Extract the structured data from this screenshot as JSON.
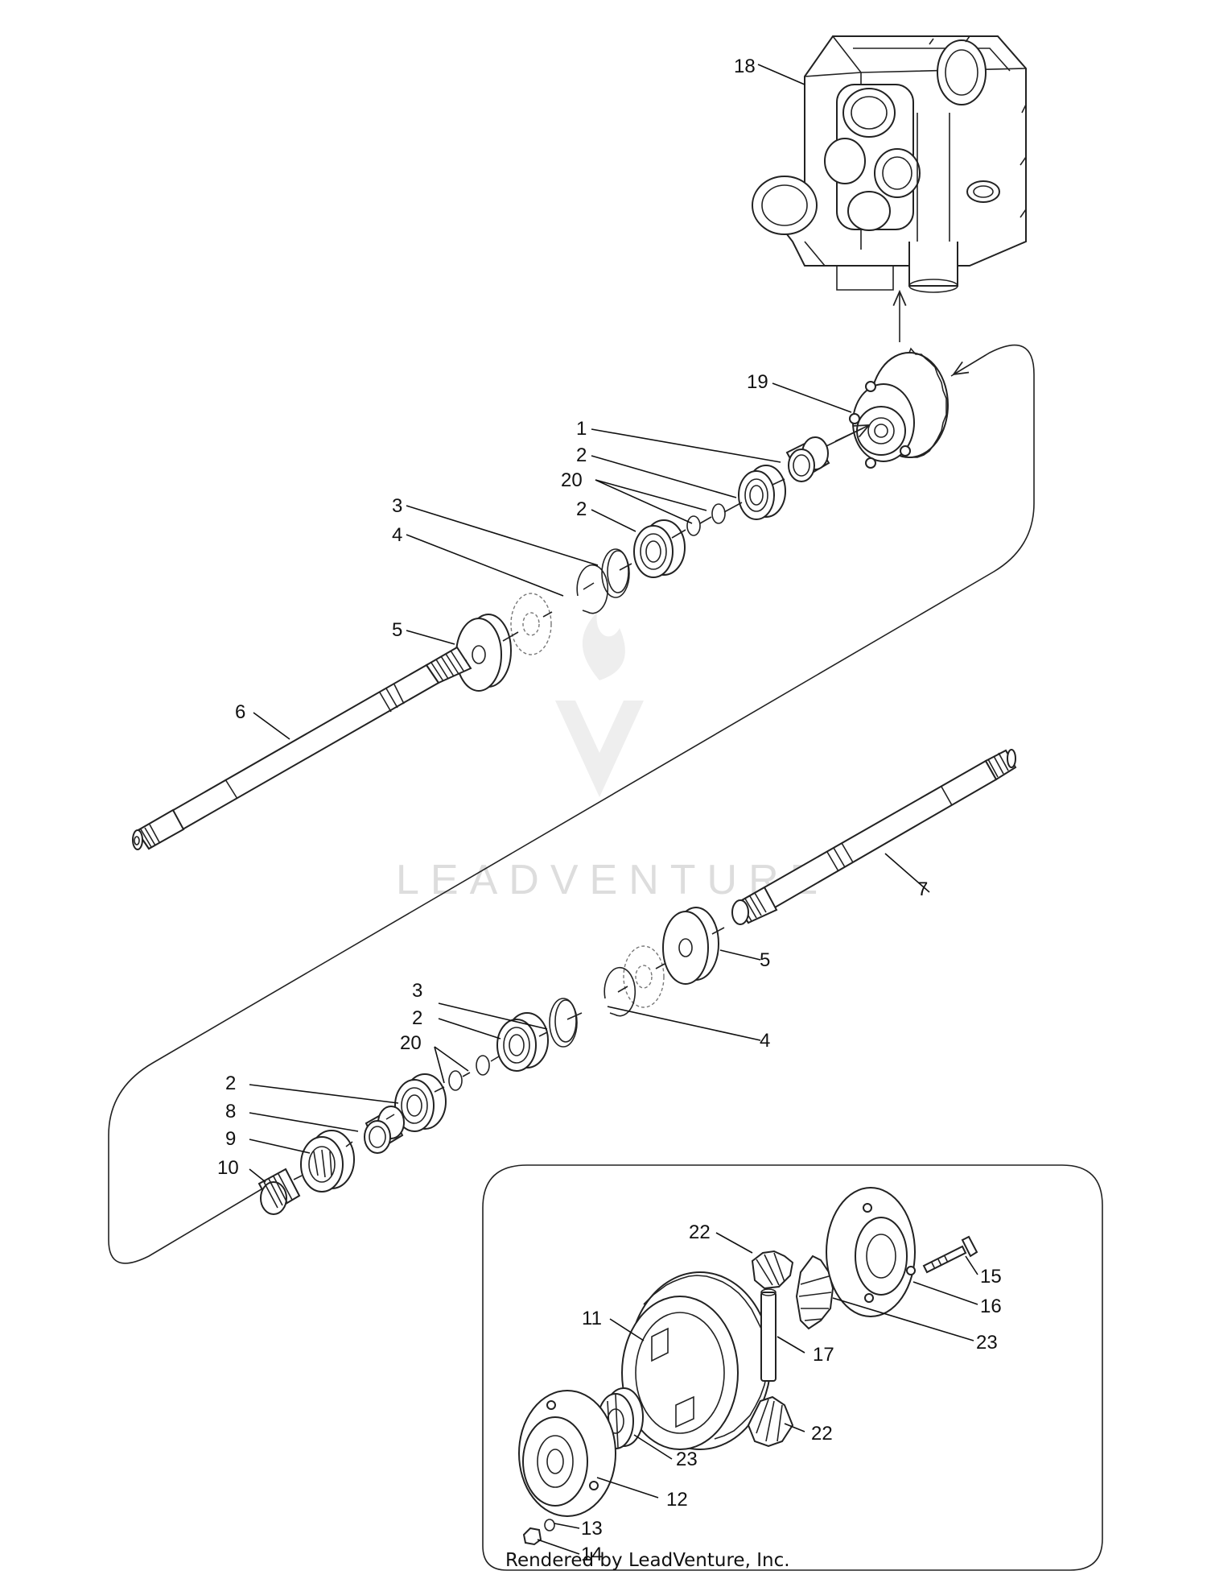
{
  "credit_text": "Rendered by LeadVenture, Inc.",
  "watermark_text": "LEADVENTURE",
  "colors": {
    "line": "#222222",
    "watermark": "#dddddd",
    "background": "#ffffff"
  },
  "callouts": {
    "c18": "18",
    "c19": "19",
    "c1": "1",
    "c2a": "2",
    "c20a": "20",
    "c2b": "2",
    "c3a": "3",
    "c4a": "4",
    "c5a": "5",
    "c6": "6",
    "c7": "7",
    "c5b": "5",
    "c3b": "3",
    "c2c": "2",
    "c20b": "20",
    "c4b": "4",
    "c2d": "2",
    "c8": "8",
    "c9": "9",
    "c10": "10",
    "c22a": "22",
    "c15": "15",
    "c16": "16",
    "c11": "11",
    "c23a": "23",
    "c17": "17",
    "c22b": "22",
    "c23b": "23",
    "c12": "12",
    "c13": "13",
    "c14": "14"
  }
}
